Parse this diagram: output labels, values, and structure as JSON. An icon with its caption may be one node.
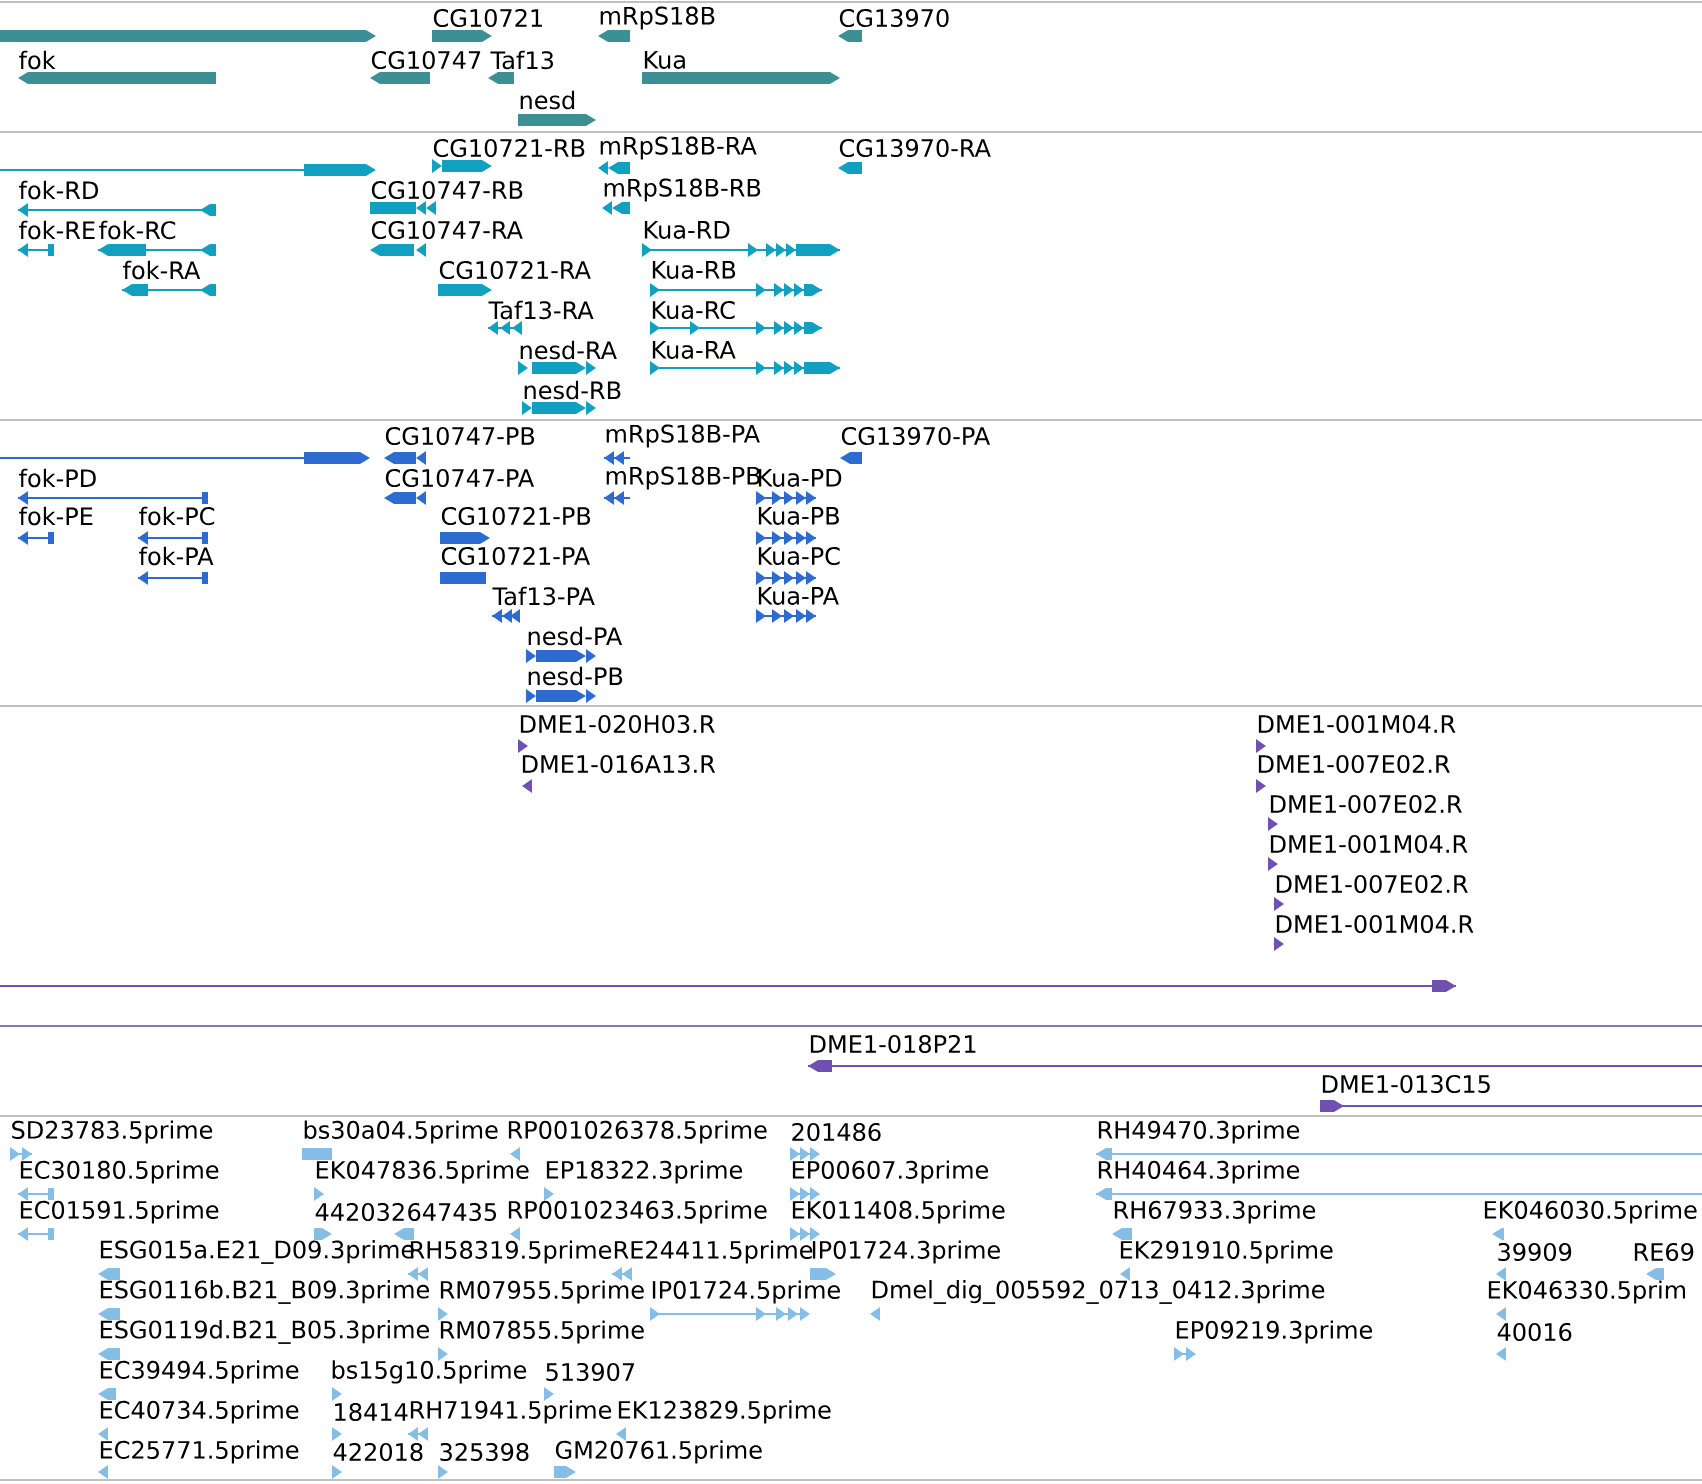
{
  "diagram": {
    "labels": [
      "CG10721",
      "mRpS18B",
      "CG13970",
      "fok",
      "CG10747",
      "Taf13",
      "Kua",
      "nesd",
      "CG10721-RB",
      "mRpS18B-RA",
      "CG13970-RA",
      "fok-RD",
      "CG10747-RB",
      "mRpS18B-RB",
      "fok-RE",
      "fok-RC",
      "CG10747-RA",
      "Kua-RD",
      "fok-RA",
      "CG10721-RA",
      "Kua-RB",
      "Taf13-RA",
      "Kua-RC",
      "nesd-RA",
      "Kua-RA",
      "nesd-RB",
      "CG10747-PB",
      "mRpS18B-PA",
      "CG13970-PA",
      "fok-PD",
      "CG10747-PA",
      "mRpS18B-PB",
      "Kua-PD",
      "fok-PE",
      "fok-PC",
      "CG10721-PB",
      "Kua-PB",
      "fok-PA",
      "CG10721-PA",
      "Kua-PC",
      "Taf13-PA",
      "Kua-PA",
      "nesd-PA",
      "nesd-PB",
      "DME1-020H03.R",
      "DME1-016A13.R",
      "DME1-001M04.R",
      "DME1-007E02.R",
      "DME1-007E02.R",
      "DME1-001M04.R",
      "DME1-007E02.R",
      "DME1-001M04.R",
      "DME1-018P21",
      "DME1-013C15",
      "SD23783.5prime",
      "bs30a04.5prime",
      "RP001026378.5prime",
      "201486",
      "RH49470.3prime",
      "EC30180.5prime",
      "EK047836.5prime",
      "EP18322.3prime",
      "EP00607.3prime",
      "RH40464.3prime",
      "EC01591.5prime",
      "442032",
      "647435",
      "RP001023463.5prime",
      "EK011408.5prime",
      "RH67933.3prime",
      "EK046030.5prime",
      "ESG015a.E21_D09.3prime",
      "RH58319.5prime",
      "RE24411.5prime",
      "IP01724.3prime",
      "EK291910.5prime",
      "39909",
      "RE69",
      "ESG0116b.B21_B09.3prime",
      "RM07955.5prime",
      "IP01724.5prime",
      "Dmel_dig_005592_0713_0412.3prime",
      "EK046330.5prim",
      "ESG0119d.B21_B05.3prime",
      "RM07855.5prime",
      "EP09219.3prime",
      "40016",
      "EC39494.5prime",
      "bs15g10.5prime",
      "513907",
      "EC40734.5prime",
      "18414",
      "RH71941.5prime",
      "EK123829.5prime",
      "EC25771.5prime",
      "422018",
      "325398",
      "GM20761.5prime"
    ]
  }
}
